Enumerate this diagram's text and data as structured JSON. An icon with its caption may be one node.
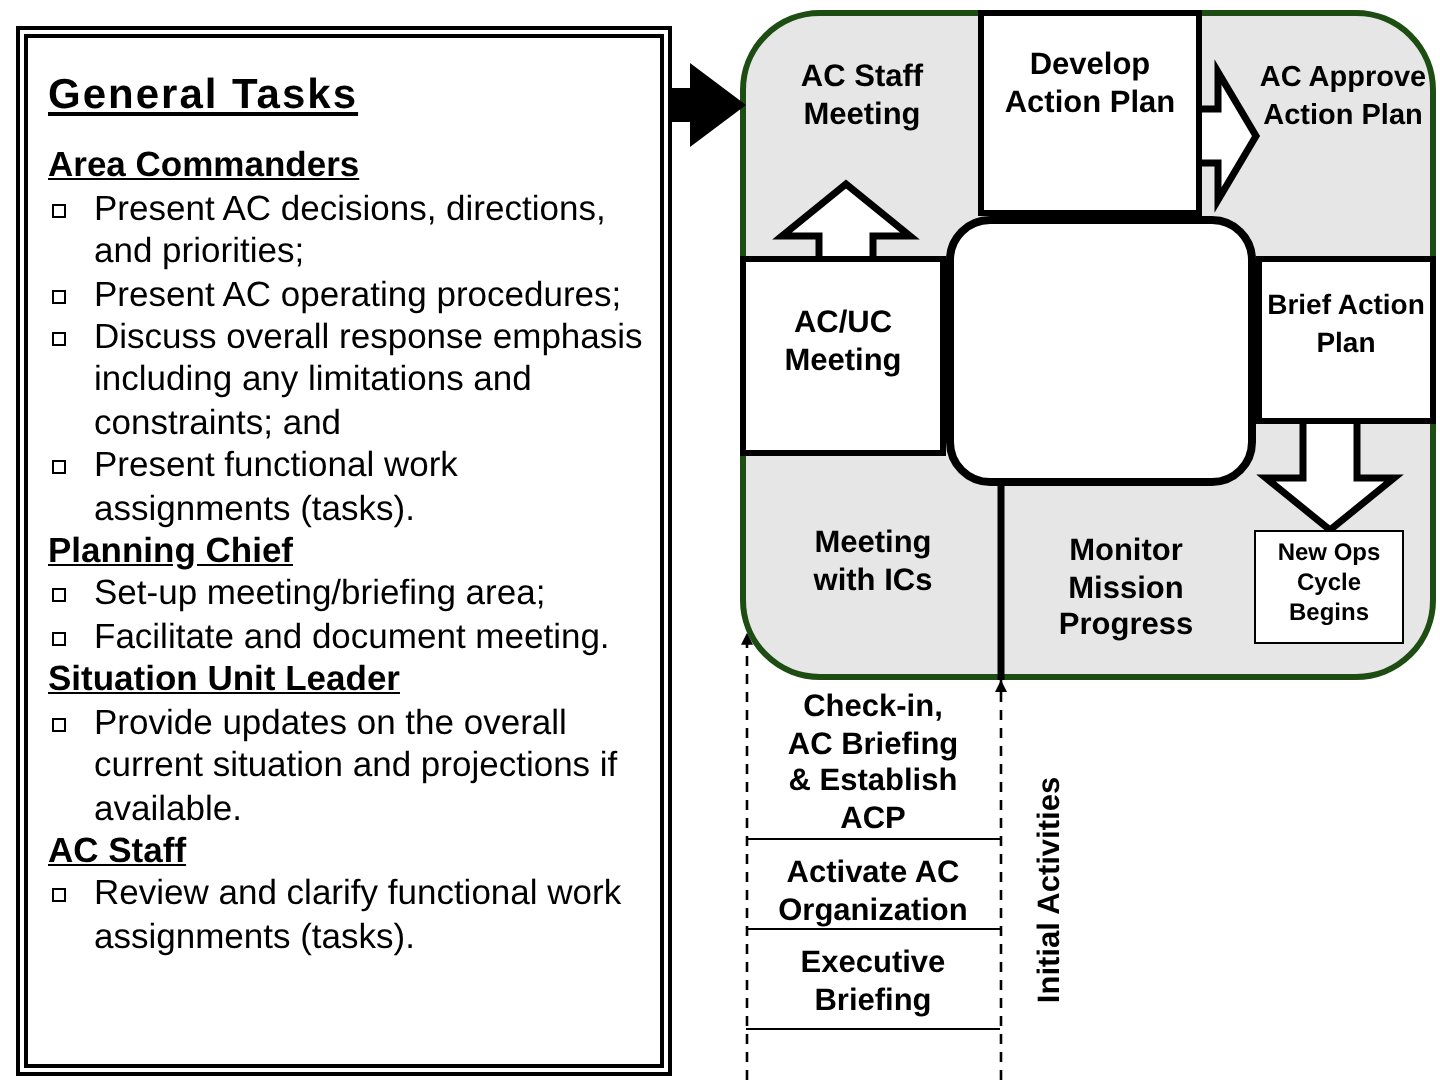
{
  "diagram": {
    "nodes": [
      {
        "text": [
          "General Tasks",
          "Area Commanders",
          "Present AC decisions, directions, and priorities;",
          "Present AC operating procedures;",
          "Discuss overall response emphasis including any limitations and constraints; and",
          "Present functional work assignments (tasks).",
          "Planning Chief",
          "Set-up meeting/briefing area;",
          "Facilitate and document meeting.",
          "Situation Unit Leader",
          "Provide updates on the overall current situation and projections if available.",
          "AC Staff",
          "Review and clarify functional work assignments (tasks)."
        ]
      },
      {
        "text": [],
        "shape": "box"
      },
      {
        "text": [
          "AC Staff Meeting"
        ],
        "in": 1
      },
      {
        "text": [
          "Develop Action Plan"
        ],
        "in": 1
      },
      {
        "text": [
          "AC Approve Action Plan"
        ],
        "in": 1
      },
      {
        "text": [
          "AC/UC Meeting"
        ],
        "in": 1
      },
      {
        "text": [],
        "shape": "box",
        "in": 1
      },
      {
        "text": [
          "Brief Action Plan"
        ],
        "in": 1
      },
      {
        "text": [
          "Meeting with ICs"
        ],
        "in": 1
      },
      {
        "text": [
          "Monitor Mission Progress"
        ],
        "in": 1
      },
      {
        "text": [
          "New Ops Cycle Begins"
        ],
        "in": 1
      },
      {
        "text": [
          "Check-in, AC Briefing & Establish ACP"
        ]
      },
      {
        "text": [
          "Activate AC Organization"
        ]
      },
      {
        "text": [
          "Executive Briefing"
        ]
      }
    ],
    "edges": [
      {
        "from": 0,
        "to": 2,
        "arrow": "to",
        "style": "thick"
      },
      {
        "from": 5,
        "to": 2,
        "arrow": "to"
      },
      {
        "from": 3,
        "to": 4,
        "arrow": "to"
      },
      {
        "from": 7,
        "to": 10,
        "arrow": "to"
      },
      {
        "from": null,
        "to": 1,
        "arrow": "to",
        "style": "dashed"
      },
      {
        "from": null,
        "to": 1,
        "arrow": "to",
        "style": "dashed"
      }
    ],
    "labels": [
      "Initial Activities"
    ]
  }
}
